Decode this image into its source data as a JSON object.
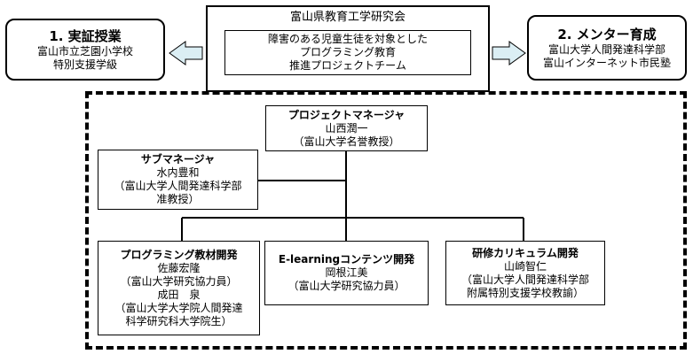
{
  "left_box": {
    "title": "1. 実証授業",
    "lines": [
      "富山市立芝園小学校",
      "特別支援学級"
    ]
  },
  "right_box": {
    "title": "2. メンター育成",
    "lines": [
      "富山大学人間発達科学部",
      "富山インターネット市民塾"
    ]
  },
  "center_box": {
    "org": "富山県教育工学研究会",
    "inner_lines": [
      "障害のある児童生徒を対象とした",
      "プログラミング教育",
      "推進プロジェクトチーム"
    ]
  },
  "pm": {
    "title": "プロジェクトマネージャ",
    "lines": [
      "山西潤一",
      "（富山大学名誉教授）"
    ]
  },
  "sub": {
    "title": "サブマネージャ",
    "lines": [
      "水内豊和",
      "（富山大学人間発達科学部",
      "准教授）"
    ]
  },
  "team1": {
    "title": "プログラミング教材開発",
    "lines": [
      "佐藤宏隆",
      "（富山大学研究協力員）",
      "成田　泉",
      "（富山大学大学院人間発達",
      "科学研究科大学院生）"
    ]
  },
  "team2": {
    "title": "E-learningコンテンツ開発",
    "lines": [
      "岡根江美",
      "（富山大学研究協力員）"
    ]
  },
  "team3": {
    "title": "研修カリキュラム開発",
    "lines": [
      "山崎智仁",
      "（富山大学人間発達科学部",
      "附属特別支援学校教諭）"
    ]
  },
  "colors": {
    "arrow_fill": "#dbeef4",
    "border": "#000000"
  }
}
